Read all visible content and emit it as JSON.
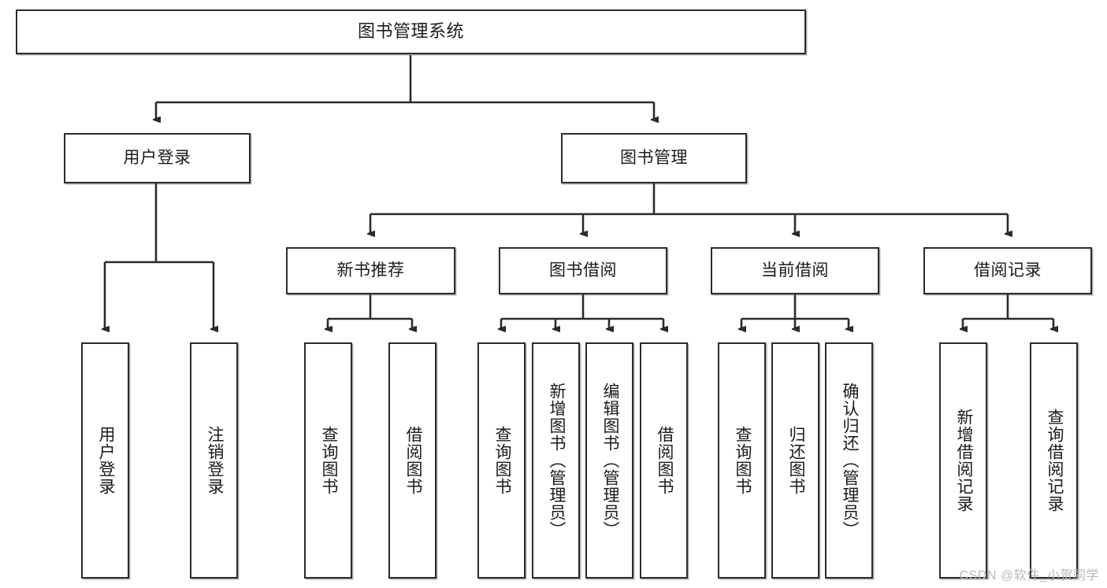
{
  "diagram": {
    "type": "tree-hierarchy",
    "orientation": "top-down",
    "root": {
      "id": "root",
      "label": "图书管理系统"
    },
    "level2": [
      {
        "id": "user-login",
        "label": "用户登录"
      },
      {
        "id": "book-manage",
        "label": "图书管理"
      }
    ],
    "level3": [
      {
        "id": "new-book-recommend",
        "label": "新书推荐",
        "parent": "book-manage"
      },
      {
        "id": "book-borrow",
        "label": "图书借阅",
        "parent": "book-manage"
      },
      {
        "id": "current-borrow",
        "label": "当前借阅",
        "parent": "book-manage"
      },
      {
        "id": "borrow-record",
        "label": "借阅记录",
        "parent": "book-manage"
      }
    ],
    "leaves": {
      "user-login": [
        {
          "id": "leaf-user-login",
          "label": "用户登录"
        },
        {
          "id": "leaf-logout",
          "label": "注销登录"
        }
      ],
      "new-book-recommend": [
        {
          "id": "leaf-query-book-1",
          "label": "查询图书"
        },
        {
          "id": "leaf-borrow-book-1",
          "label": "借阅图书"
        }
      ],
      "book-borrow": [
        {
          "id": "leaf-query-book-2",
          "label": "查询图书"
        },
        {
          "id": "leaf-add-book",
          "label": "新增图书（管理员）"
        },
        {
          "id": "leaf-edit-book",
          "label": "编辑图书（管理员）"
        },
        {
          "id": "leaf-borrow-book-2",
          "label": "借阅图书"
        }
      ],
      "current-borrow": [
        {
          "id": "leaf-query-book-3",
          "label": "查询图书"
        },
        {
          "id": "leaf-return-book",
          "label": "归还图书"
        },
        {
          "id": "leaf-confirm-return",
          "label": "确认归还（管理员）"
        }
      ],
      "borrow-record": [
        {
          "id": "leaf-add-record",
          "label": "新增借阅记录"
        },
        {
          "id": "leaf-query-record",
          "label": "查询借阅记录"
        }
      ]
    }
  },
  "colors": {
    "stroke": "#2b2b2b",
    "box_fill": "#ffffff",
    "text": "#1b1b1b",
    "watermark": "#b9b9b9",
    "background": "#ffffff"
  },
  "watermark": {
    "text": "CSDN @软件_小贺同学"
  }
}
